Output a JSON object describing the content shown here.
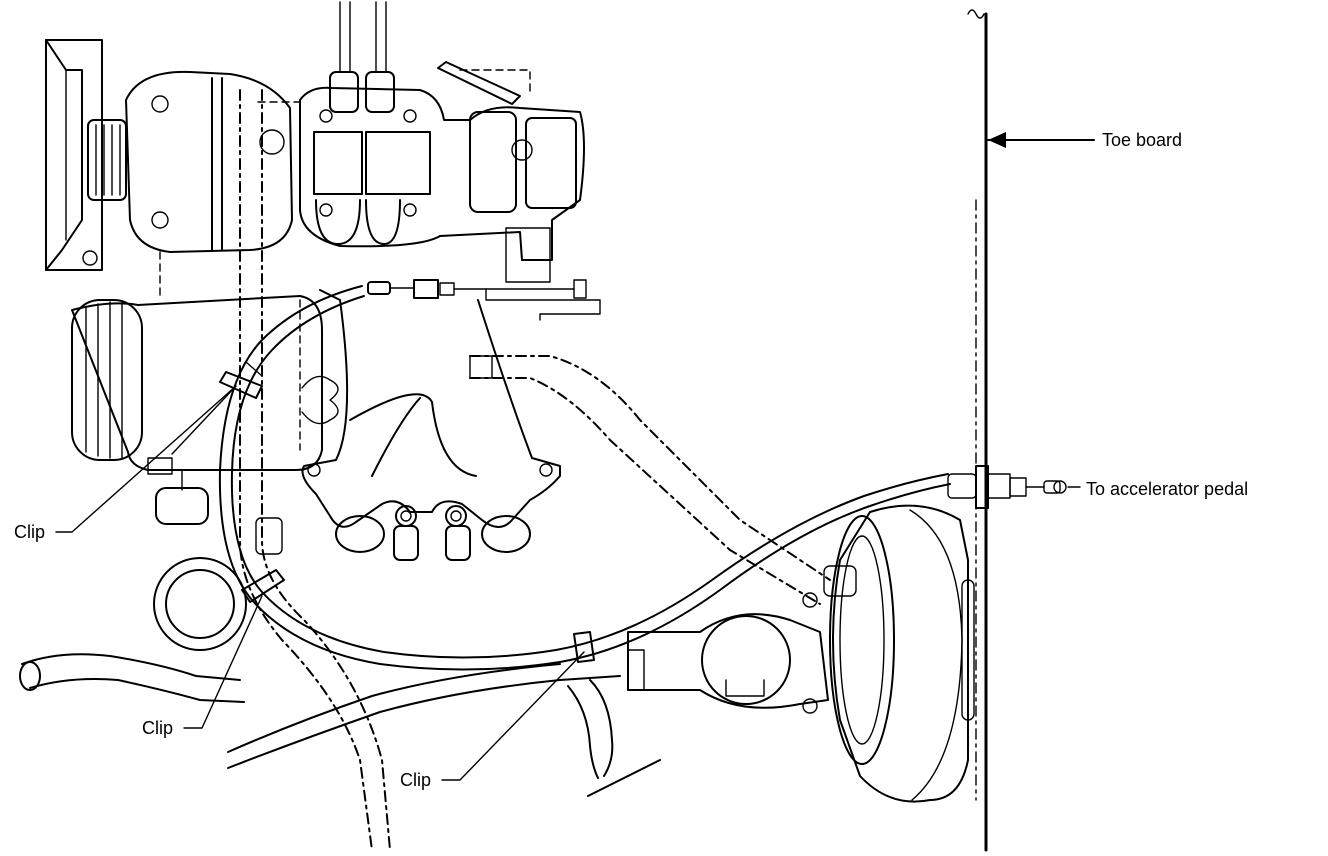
{
  "labels": {
    "toe_board": "Toe board",
    "accel_pedal": "To accelerator pedal",
    "clip_1": "Clip",
    "clip_2": "Clip",
    "clip_3": "Clip"
  }
}
